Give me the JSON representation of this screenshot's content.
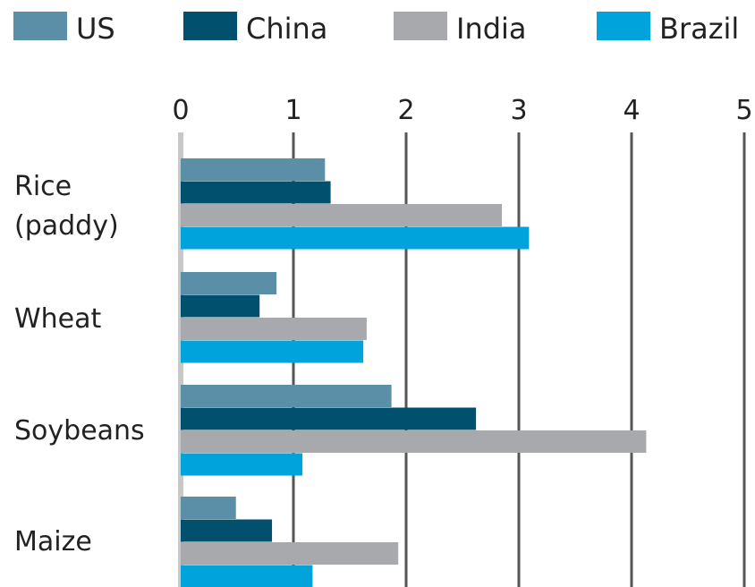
{
  "chart_data": {
    "type": "bar",
    "orientation": "horizontal",
    "categories": [
      "Rice (paddy)",
      "Wheat",
      "Soybeans",
      "Maize"
    ],
    "category_lines": [
      [
        "Rice",
        "(paddy)"
      ],
      [
        "Wheat"
      ],
      [
        "Soybeans"
      ],
      [
        "Maize"
      ]
    ],
    "series": [
      {
        "name": "US",
        "color": "#5b8fa8",
        "values": [
          1.28,
          0.85,
          1.87,
          0.49
        ]
      },
      {
        "name": "China",
        "color": "#00506e",
        "values": [
          1.33,
          0.7,
          2.62,
          0.81
        ]
      },
      {
        "name": "India",
        "color": "#a7a9ac",
        "values": [
          2.85,
          1.65,
          4.13,
          1.93
        ]
      },
      {
        "name": "Brazil",
        "color": "#00a3dc",
        "values": [
          3.09,
          1.62,
          1.08,
          1.17
        ]
      }
    ],
    "xlim": [
      0,
      5
    ],
    "xticks": [
      "0",
      "1",
      "2",
      "3",
      "4",
      "5"
    ],
    "grid": true,
    "legend_position": "top"
  }
}
